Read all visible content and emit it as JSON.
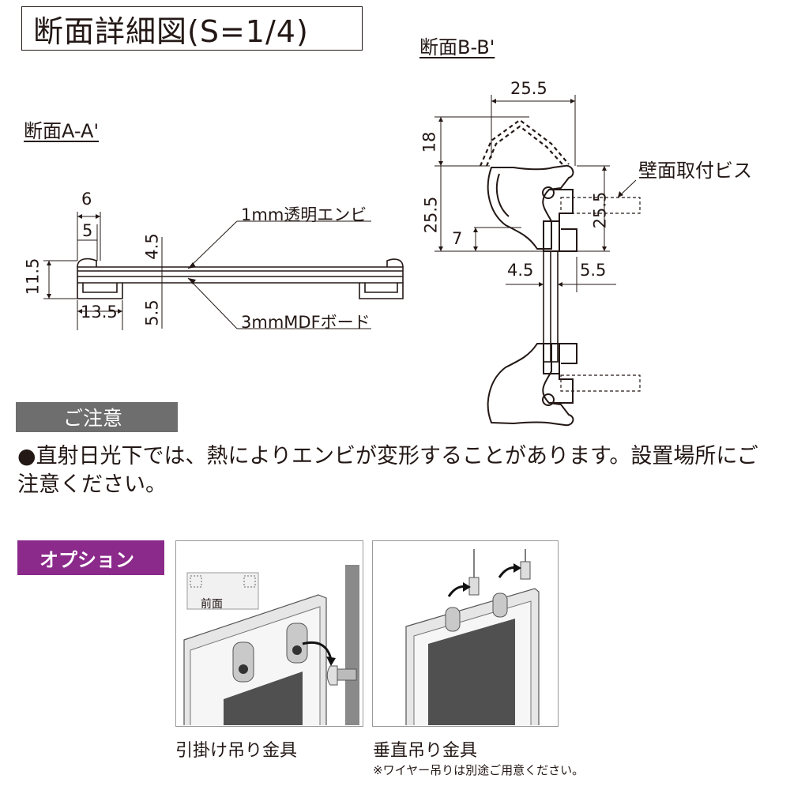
{
  "title": "断面詳細図(S=1/4)",
  "section_a": {
    "label": "断面A-A'",
    "dims": {
      "d6": "6",
      "d5": "5",
      "d11_5": "11.5",
      "d13_5": "13.5",
      "d4_5": "4.5",
      "d5_5": "5.5"
    },
    "callouts": {
      "pvc": "1mm透明エンビ",
      "mdf": "3mmMDFボード"
    }
  },
  "section_b": {
    "label": "断面B-B'",
    "dims": {
      "d25_5_top": "25.5",
      "d18": "18",
      "d25_5_left": "25.5",
      "d25_5_right": "25.5",
      "d7": "7",
      "d4_5": "4.5",
      "d5_5": "5.5"
    },
    "callouts": {
      "screw": "壁面取付ビス"
    }
  },
  "notice": {
    "heading": "ご注意",
    "bullet": "●",
    "text": "直射日光下では、熱によりエンビが変形することがあります。設置場所にご注意ください。"
  },
  "option": {
    "heading": "オプション",
    "panel1": {
      "label": "前面",
      "caption": "引掛け吊り金具"
    },
    "panel2": {
      "caption": "垂直吊り金具",
      "footnote": "※ワイヤー吊りは別途ご用意ください。"
    }
  }
}
